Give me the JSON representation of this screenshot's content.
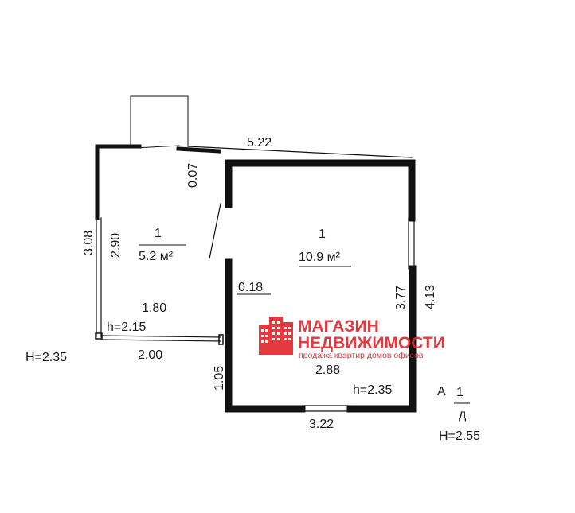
{
  "labels": {
    "top_wall": "5.22",
    "door_gap": "0.07",
    "left_outer": "3.08",
    "left_inner": "2.90",
    "room_a_num": "1",
    "room_a_area": "5.2 м²",
    "room_a_width": "1.80",
    "room_a_height": "h=2.15",
    "room_a_bottom": "2.00",
    "h_left": "H=2.35",
    "room_b_num": "1",
    "room_b_area": "10.9 м²",
    "wall_thickness": "0.18",
    "right_inner": "3.77",
    "right_outer": "4.13",
    "room_b_width": "2.88",
    "room_b_height": "h=2.35",
    "left_lower": "1.05",
    "bottom_wall": "3.22",
    "letter_a": "А",
    "floor_num": "1",
    "floor_den": "д",
    "h_right": "H=2.55"
  },
  "logo": {
    "line1": "МАГАЗИН",
    "line2": "НЕДВИЖИМОСТИ",
    "tagline": "продажа квартир домов офисов",
    "color": "#e2242b"
  }
}
